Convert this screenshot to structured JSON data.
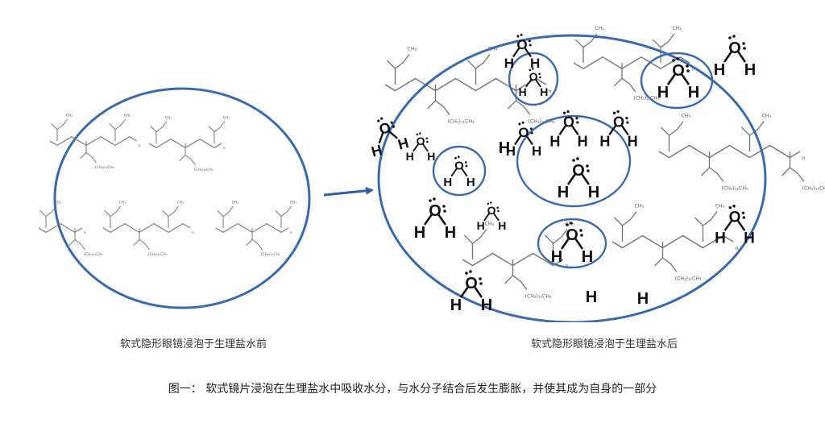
{
  "captions": {
    "before": "软式隐形眼镜浸泡于生理盐水前",
    "after": "软式隐形眼镜浸泡于生理盐水后",
    "figure": "图一： 软式镜片浸泡在生理盐水中吸收水分，与水分子结合后发生膨胀，并使其成为自身的一部分"
  },
  "chemistry": {
    "oxygen_symbol": "O",
    "hydrogen_symbol": "H",
    "methyl_label": "CH₃",
    "chain_label": "(CH₂)₁₁CH₃",
    "subscript_label": "n"
  },
  "colors": {
    "ellipse": "#3d6aa8",
    "arrow": "#2e5f9e",
    "polymer": "#777777",
    "atoms": "#111111"
  }
}
